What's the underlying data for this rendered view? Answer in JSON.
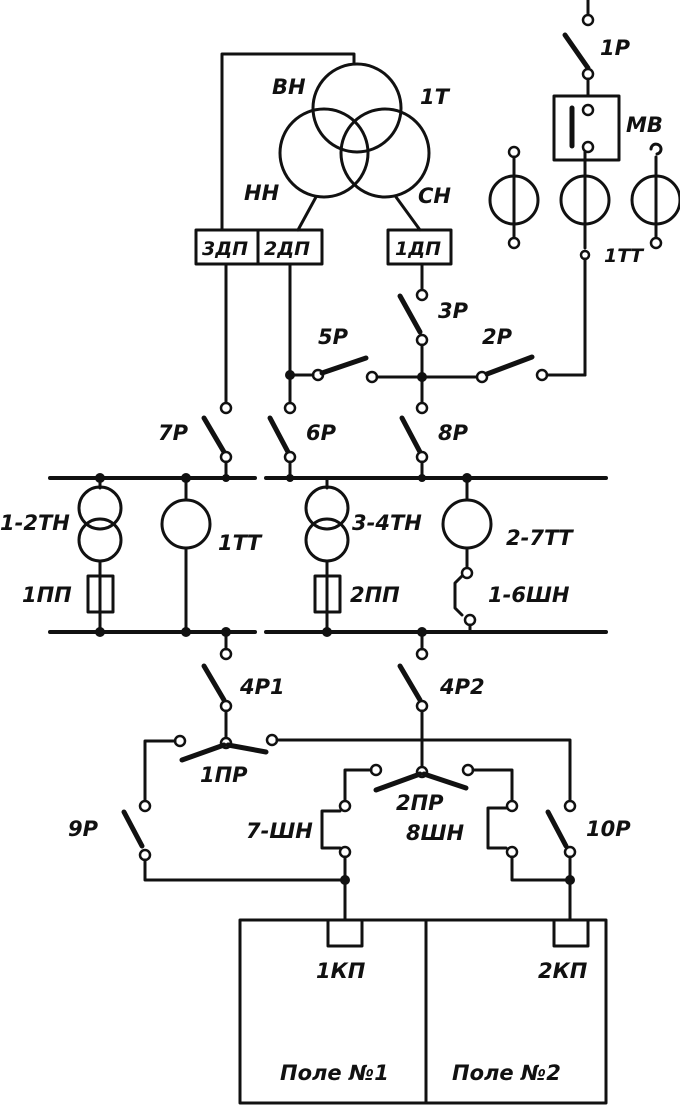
{
  "labels": {
    "switch_1p": "1Р",
    "breaker_mv": "МВ",
    "transformer_1t": "1Т",
    "winding_vn": "ВН",
    "winding_nn": "НН",
    "winding_sn": "СН",
    "box_3dp": "3ДП",
    "box_2dp": "2ДП",
    "box_1dp": "1ДП",
    "ct_1tt_top": "1ТТ",
    "switch_3p": "3Р",
    "switch_5p": "5Р",
    "switch_2p": "2Р",
    "switch_7p": "7Р",
    "switch_6p": "6Р",
    "switch_8p": "8Р",
    "vt_1_2tn": "1-2ТН",
    "ct_1tt_bus": "1ТТ",
    "vt_3_4tn": "3-4ТН",
    "ct_2_7tt": "2-7ТТ",
    "fuse_1pp": "1ПП",
    "fuse_2pp": "2ПП",
    "shunt_1_6shn": "1-6ШН",
    "switch_4p1": "4Р1",
    "switch_4p2": "4Р2",
    "switch_1pr": "1ПР",
    "switch_2pr": "2ПР",
    "switch_9p": "9Р",
    "shunt_7shn": "7-ШН",
    "shunt_8shn": "8ШН",
    "switch_10p": "10Р",
    "kp_1": "1КП",
    "kp_2": "2КП",
    "field_1": "Поле №1",
    "field_2": "Поле №2"
  },
  "colors": {
    "ink": "#111111",
    "paper": "#ffffff"
  }
}
